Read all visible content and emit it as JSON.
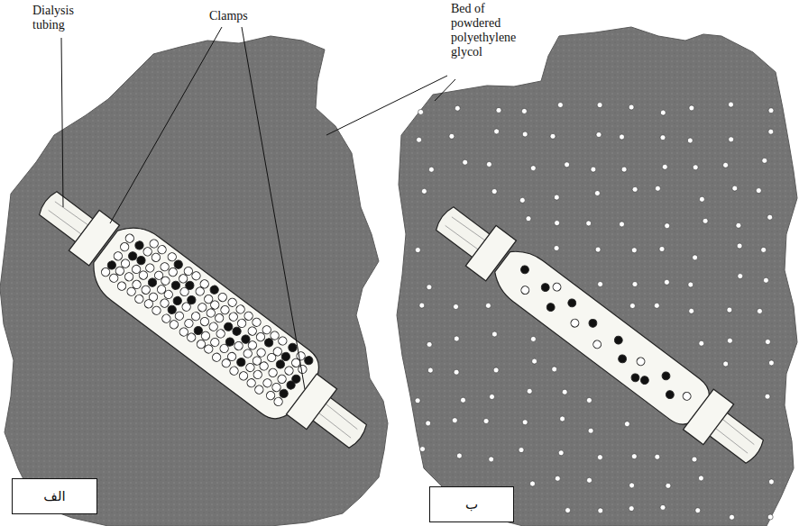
{
  "diagram": {
    "nodes": [
      {
        "text": [
          "الف"
        ]
      },
      {
        "text": [
          "ب"
        ]
      }
    ],
    "labels": [
      "Dialysis tubing",
      "Clamps",
      "Bed of powdered polyethylene glycol"
    ]
  }
}
